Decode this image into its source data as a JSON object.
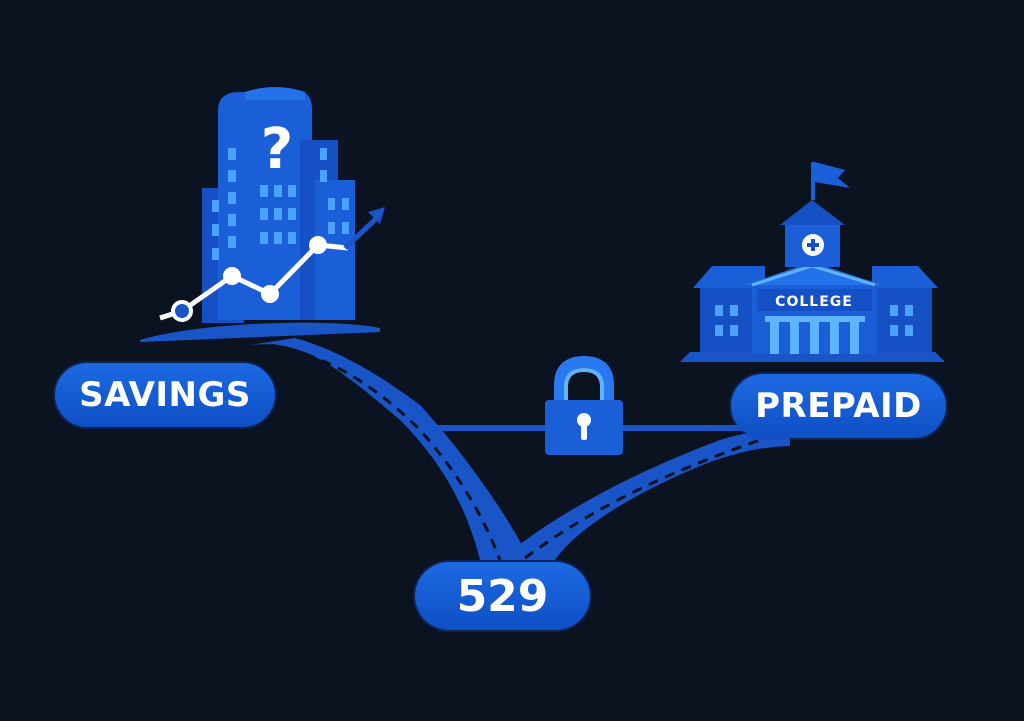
{
  "nodes": {
    "savings": {
      "label": "SAVINGS"
    },
    "prepaid": {
      "label": "PREPAID"
    },
    "plan_529": {
      "label": "529"
    }
  },
  "building": {
    "question_mark": "?"
  },
  "college": {
    "sign": "COLLEGE"
  },
  "icons": {
    "office_building": "office-building-icon",
    "growth_chart": "growth-line-chart-icon",
    "college": "college-building-icon",
    "lock": "padlock-icon"
  },
  "colors": {
    "background": "#0b1220",
    "primary_blue": "#1565e0",
    "light_blue": "#5fb4ff",
    "white": "#ffffff"
  }
}
